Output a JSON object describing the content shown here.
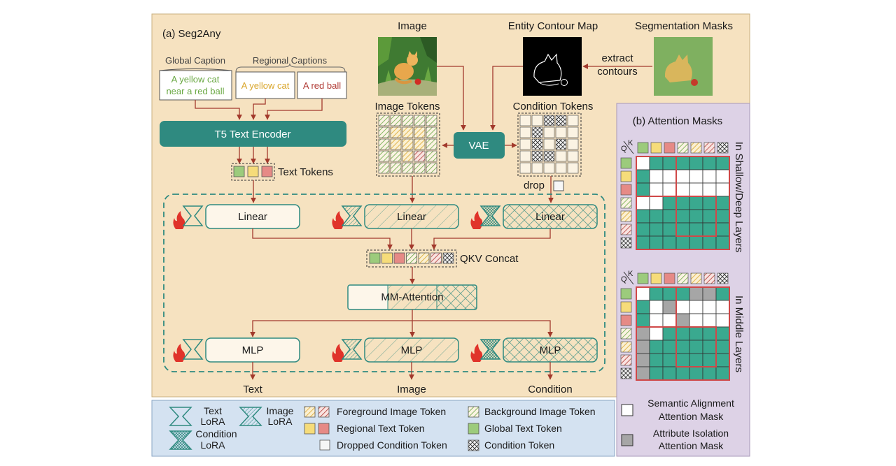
{
  "panel_a": {
    "title": "(a) Seg2Any",
    "global_caption_header": "Global Caption",
    "regional_captions_header": "Regional Captions",
    "global_caption_line1": "A yellow cat",
    "global_caption_line2": "near a red ball",
    "regional_caption_1": "A yellow cat",
    "regional_caption_2": "A red ball",
    "text_encoder": "T5 Text Encoder",
    "text_tokens": "Text Tokens",
    "image_label": "Image",
    "contour_label": "Entity Contour Map",
    "seg_label": "Segmentation Masks",
    "extract_line1": "extract",
    "extract_line2": "contours",
    "image_tokens": "Image Tokens",
    "condition_tokens": "Condition Tokens",
    "vae": "VAE",
    "drop": "drop",
    "linear": "Linear",
    "qkv_concat": "QKV Concat",
    "mm_attention": "MM-Attention",
    "mlp": "MLP",
    "out_text": "Text",
    "out_image": "Image",
    "out_condition": "Condition"
  },
  "panel_b": {
    "title": "(b) Attention Masks",
    "axis_label_q": "Q",
    "axis_label_k": "K",
    "matrix1_side_label": "In Shallow/Deep Layers",
    "matrix2_side_label": "In Middle Layers",
    "legend_semantic_line1": "Semantic Alignment",
    "legend_semantic_line2": "Attention Mask",
    "legend_attribute_line1": "Attribute Isolation",
    "legend_attribute_line2": "Attention Mask"
  },
  "legend": {
    "text_lora_1": "Text",
    "text_lora_2": "LoRA",
    "image_lora_1": "Image",
    "image_lora_2": "LoRA",
    "condition_lora_1": "Condition",
    "condition_lora_2": "LoRA",
    "foreground_image_token": "Foreground Image Token",
    "background_image_token": "Background Image Token",
    "regional_text_token": "Regional Text Token",
    "global_text_token": "Global Text Token",
    "dropped_condition_token": "Dropped Condition Token",
    "condition_token": "Condition Token"
  },
  "colors": {
    "panel_a_bg": "#f6e2c0",
    "panel_b_bg": "#ddd2e6",
    "legend_bg": "#d4e2f1",
    "teal": "#2f8a80",
    "attention_cell": "#3aa98f",
    "isolation_cell": "#a6a6a6",
    "arrow": "#a23a2c",
    "global_token": "#9ccb7c",
    "yellow_token": "#f6dc7a",
    "red_token": "#e68a86"
  },
  "attention_masks": {
    "shallow_deep": [
      "0111111000",
      "1000000010",
      "1000000010",
      "0011111000",
      "1111111111",
      "1111111111",
      "1111111111"
    ],
    "middle": [
      "0111221000",
      "1020000010",
      "1002000010",
      "2011111000",
      "2111111111",
      "2111111111",
      "2111111111"
    ]
  }
}
